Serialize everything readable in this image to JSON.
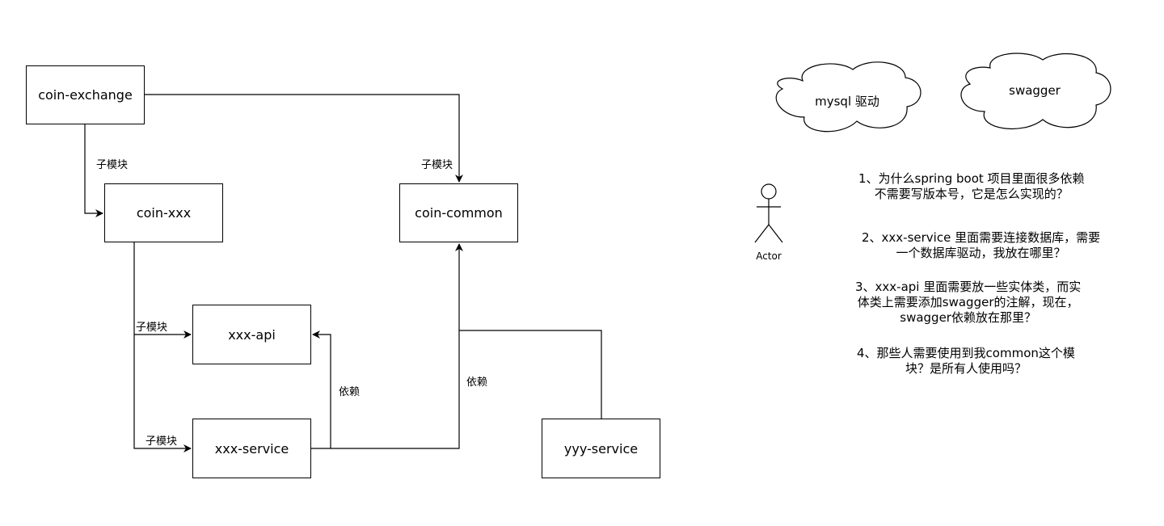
{
  "boxes": {
    "coin_exchange": "coin-exchange",
    "coin_xxx": "coin-xxx",
    "coin_common": "coin-common",
    "xxx_api": "xxx-api",
    "xxx_service": "xxx-service",
    "yyy_service": "yyy-service"
  },
  "edge_labels": {
    "submodule": "子模块",
    "depends": "依赖"
  },
  "clouds": {
    "mysql": "mysql 驱动",
    "swagger": "swagger"
  },
  "actor": {
    "label": "Actor"
  },
  "questions": [
    {
      "line1": "1、为什么spring boot 项目里面很多依赖",
      "line2": "不需要写版本号，它是怎么实现的？"
    },
    {
      "line1": "2、xxx-service 里面需要连接数据库，需要",
      "line2": "一个数据库驱动，我放在哪里？"
    },
    {
      "line1": "3、xxx-api 里面需要放一些实体类，而实",
      "line2": "体类上需要添加swagger的注解，现在，",
      "line3": "swagger依赖放在那里？"
    },
    {
      "line1": "4、那些人需要使用到我common这个模",
      "line2": "块？是所有人使用吗？"
    }
  ]
}
